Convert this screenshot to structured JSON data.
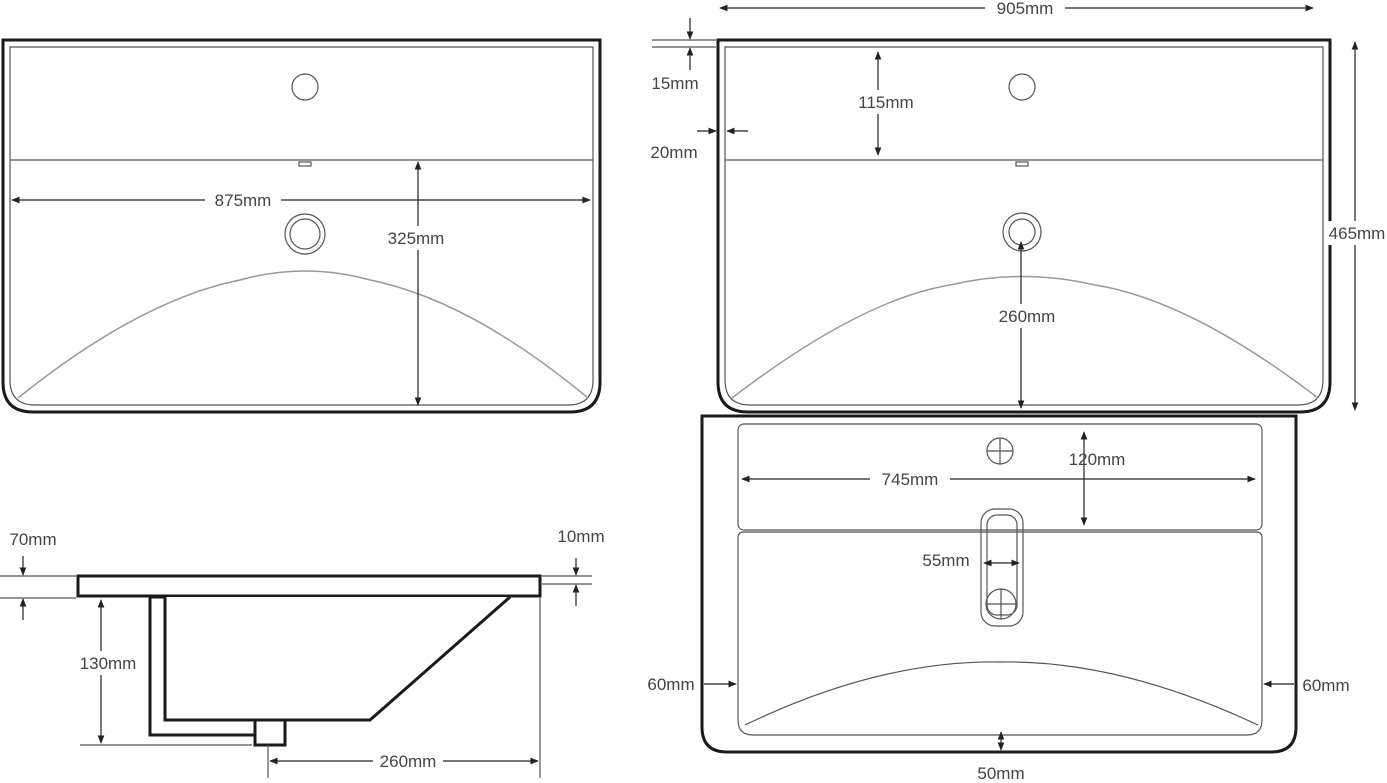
{
  "title": "Basin dimension drawing",
  "top_left_view": {
    "width_label": "875mm",
    "depth_label": "325mm"
  },
  "top_right_view": {
    "overall_width_label": "905mm",
    "rim_label": "15mm",
    "edge_label": "20mm",
    "deck_label": "115mm",
    "overall_depth_label": "465mm",
    "drain_label": "260mm"
  },
  "bottom_right_view": {
    "bowl_width_label": "745mm",
    "deck_label": "120mm",
    "overflow_label": "55mm",
    "left_wall_label": "60mm",
    "right_wall_label": "60mm",
    "front_wall_label": "50mm"
  },
  "side_view": {
    "slab_label": "70mm",
    "lip_label": "10mm",
    "bowl_height_label": "130mm",
    "drain_offset_label": "260mm"
  }
}
